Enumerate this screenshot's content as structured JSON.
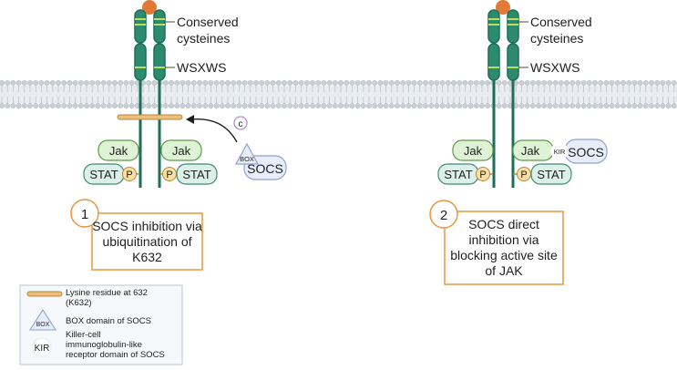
{
  "panels": [
    {
      "receptor_labels": {
        "cysteines_line1": "Conserved",
        "cysteines_line2": "cysteines",
        "motif": "WSXWS"
      },
      "kinases": [
        "Jak",
        "Jak"
      ],
      "stats": [
        "STAT",
        "STAT"
      ],
      "phospho": [
        "P",
        "P"
      ],
      "ubiquitin": "c",
      "box_badge": "BOX",
      "socs": "SOCS",
      "step_number": "1",
      "description_lines": [
        "SOCS inhibition via",
        "ubiquitination of",
        "K632"
      ]
    },
    {
      "receptor_labels": {
        "cysteines_line1": "Conserved",
        "cysteines_line2": "cysteines",
        "motif": "WSXWS"
      },
      "kinases": [
        "Jak",
        "Jak"
      ],
      "stats": [
        "STAT",
        "STAT"
      ],
      "phospho": [
        "P",
        "P"
      ],
      "kir_badge": "KIR",
      "socs": "SOCS",
      "step_number": "2",
      "description_lines": [
        "SOCS direct",
        "inhibition via",
        "blocking active site",
        "of JAK"
      ]
    }
  ],
  "legend": {
    "items": [
      {
        "key": "lysine",
        "lines": [
          "Lysine residue at 632",
          "(K632)"
        ]
      },
      {
        "key": "box",
        "symbol": "BOX",
        "lines": [
          "BOX domain of SOCS"
        ]
      },
      {
        "key": "kir",
        "symbol": "KIR",
        "lines": [
          "Killer-cell",
          "immunoglobulin-like",
          "receptor domain of SOCS"
        ]
      }
    ]
  },
  "colors": {
    "receptor_dark": "#1f6e5a",
    "receptor_mid": "#2c8a6e",
    "cysteine_band": "#b9e25a",
    "ligand": "#e07a34",
    "jak_fill": "#dff2d6",
    "jak_stroke": "#5c9a4a",
    "stat_fill": "#dcefe9",
    "phospho_fill": "#fbe0a3",
    "lysine": "#e8c07f",
    "socs_fill": "#e8eef9",
    "socs_stroke": "#8aa3cf",
    "step_box": "#e8963d",
    "ubiquitin": "#b58cc9",
    "membrane": "#c9cfd6"
  }
}
